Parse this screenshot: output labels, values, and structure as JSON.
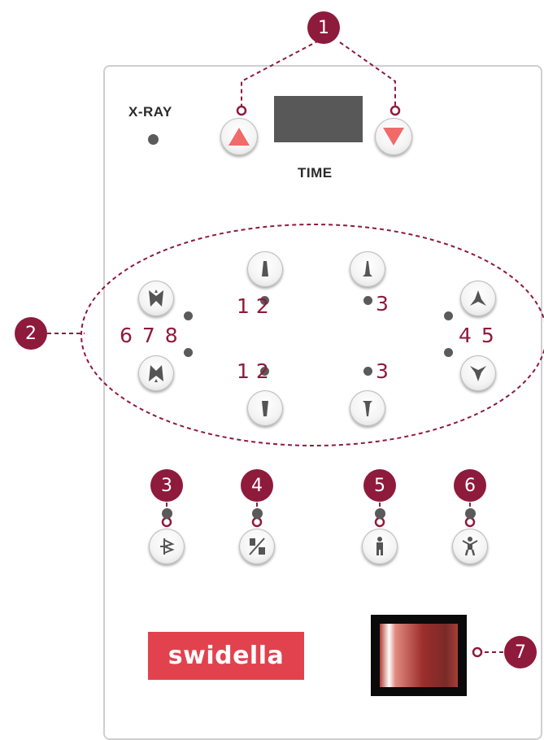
{
  "panel": {
    "xray_label": "X-RAY",
    "time_label": "TIME",
    "brand_logo": "swidella"
  },
  "callouts": [
    "1",
    "2",
    "3",
    "4",
    "5",
    "6",
    "7"
  ],
  "program_labels": {
    "top_left": "1 2",
    "top_right": "3",
    "bottom_left": "1 2",
    "bottom_right": "3",
    "left_group": "6 7 8",
    "right_group": "4 5"
  },
  "icons": {
    "time_up": "arrow-up-icon",
    "time_down": "arrow-down-icon",
    "tooth_up_1": "incisor-up-icon",
    "tooth_up_2": "canine-up-icon",
    "tooth_down_1": "incisor-down-icon",
    "tooth_down_2": "canine-down-icon",
    "arch_left_top": "arch-bite-up-icon",
    "arch_left_bottom": "arch-bite-down-icon",
    "arch_right_top": "molar-up-icon",
    "arch_right_bottom": "molar-down-icon",
    "mode_3": "film-mode-icon",
    "mode_4": "digital-mode-icon",
    "mode_5": "adult-icon",
    "mode_6": "child-icon"
  },
  "colors": {
    "callout": "#8e1a3c",
    "arrow": "#f06a6a",
    "logo_bg": "#e1424e",
    "display": "#585858"
  }
}
